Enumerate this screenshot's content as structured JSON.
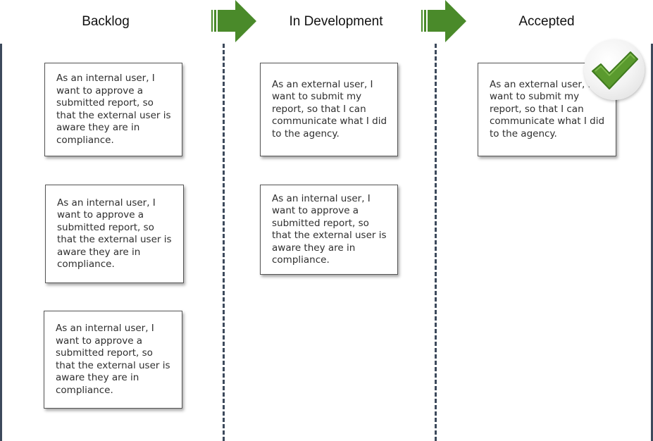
{
  "columns": [
    {
      "title": "Backlog"
    },
    {
      "title": "In Development"
    },
    {
      "title": "Accepted"
    }
  ],
  "cards": {
    "backlog": [
      "As an internal user, I want to approve a submitted report, so that the external user is aware they are in compliance.",
      "As an internal user, I want to approve a submitted report, so that the external user is aware they are in compliance.",
      "As an internal user, I want to approve a submitted report, so that the external user is aware they are in compliance."
    ],
    "development": [
      "As an external user, I want to submit my report, so that I can communicate what I did to the agency.",
      "As an internal user, I want to approve a submitted report, so that the external user is aware they are in compliance."
    ],
    "accepted": [
      "As an external user, I want to submit my report, so that I can communicate what I did to the agency."
    ]
  },
  "colors": {
    "arrow": "#4a8a2a",
    "divider": "#3d4a5c",
    "checkmark": "#5a9a2e"
  },
  "icons": {
    "flow_arrow": "right-arrow-icon",
    "accepted_badge": "checkmark-icon"
  }
}
